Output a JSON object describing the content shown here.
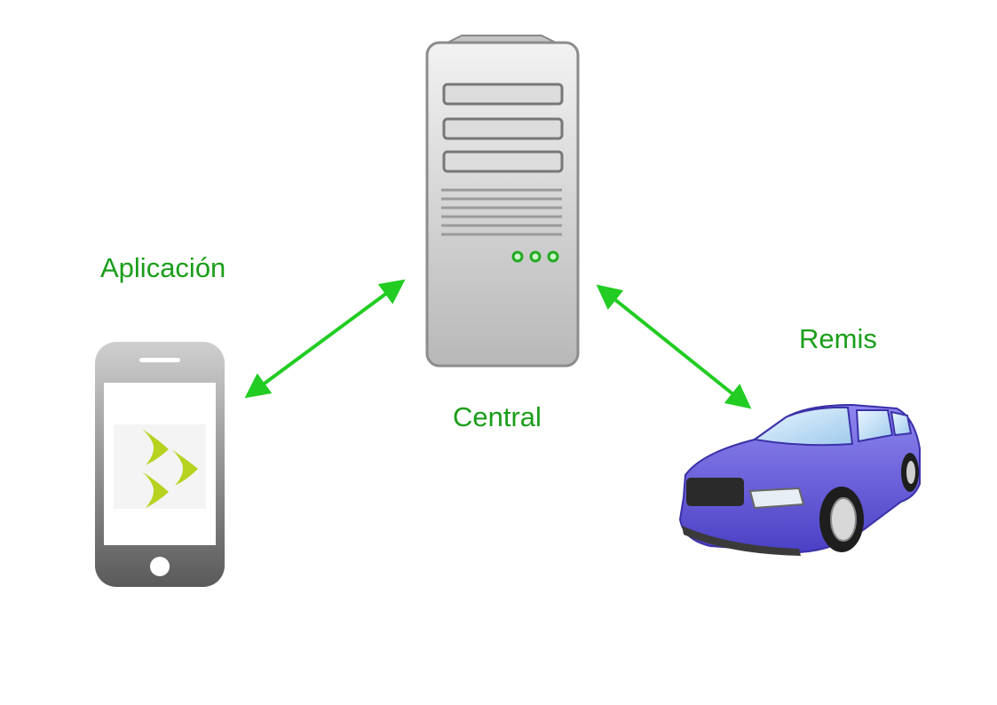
{
  "labels": {
    "application": "Aplicación",
    "central": "Central",
    "remis": "Remis"
  },
  "colors": {
    "label_text": "#1a9e1a",
    "arrow": "#22cc22",
    "server_body": "#d6d6d6",
    "phone_body": "#8a8a8a",
    "car_body": "#6a5ee0",
    "app_logo": "#b7d21f"
  },
  "icons": [
    "server-icon",
    "smartphone-icon",
    "car-icon",
    "app-logo-icon"
  ]
}
